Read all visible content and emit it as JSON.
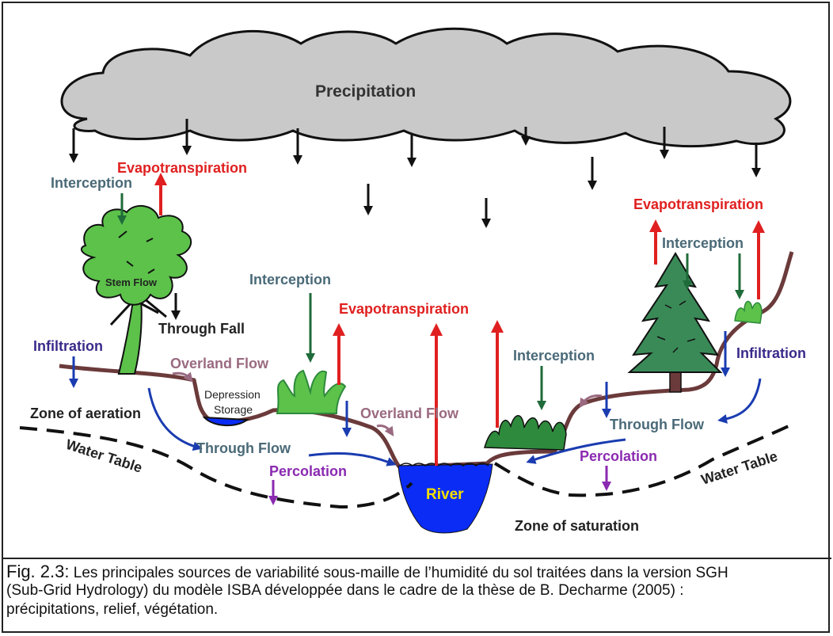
{
  "labels": {
    "precipitation": "Precipitation",
    "evapotranspiration": "Evapotranspiration",
    "interception": "Interception",
    "stem_flow": "Stem Flow",
    "through_fall": "Through Fall",
    "infiltration": "Infiltration",
    "overland_flow": "Overland Flow",
    "depression_storage_1": "Depression",
    "depression_storage_2": "Storage",
    "zone_of_aeration": "Zone of aeration",
    "water_table": "Water Table",
    "through_flow": "Through Flow",
    "percolation": "Percolation",
    "river": "River",
    "zone_of_saturation": "Zone of saturation"
  },
  "caption": {
    "fig_label": "Fig. 2.3:",
    "line1": " Les principales sources de variabilité sous-maille de l’humidité du sol traitées dans la version SGH",
    "line2": "(Sub-Grid Hydrology) du modèle ISBA développée dans le cadre de la thèse de B. Decharme (2005) :",
    "line3": "précipitations, relief, végétation."
  },
  "colors": {
    "cloud": "#c9c9c9",
    "ground": "#6b3a3a",
    "evapotranspiration": "#e02020",
    "interception": "#1f6b3a",
    "interception_text": "#4a6a78",
    "infiltration": "#3a2a8a",
    "flow_arrow": "#1a3cb0",
    "percolation": "#8a2ab0",
    "overland_flow": "#9a6a80",
    "river": "#0a2cf5",
    "river_text": "#f5e000",
    "vegetation": "#2e8a3c"
  }
}
